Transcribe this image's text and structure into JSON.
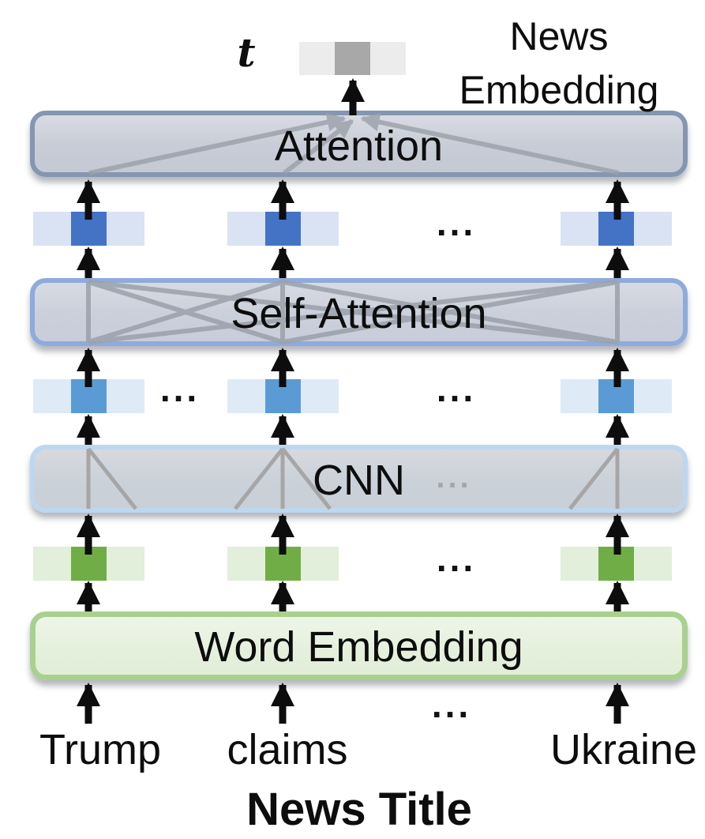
{
  "diagram": {
    "output_symbol": "t",
    "output_label_line1": "News",
    "output_label_line2": "Embedding",
    "layers": {
      "attention": "Attention",
      "self_attention": "Self-Attention",
      "cnn": "CNN",
      "word_embedding": "Word Embedding"
    },
    "input_words": [
      "Trump",
      "claims",
      "Ukraine"
    ],
    "caption": "News Title",
    "ellipsis": "...",
    "colors": {
      "attention_box_fill": "#c9cdd7",
      "attention_box_border": "#8496b0",
      "self_attention_box_fill": "#cad0db",
      "self_attention_box_border": "#8faadc",
      "cnn_box_fill": "#cbd1d9",
      "cnn_box_border": "#bdd7ee",
      "word_embedding_box_fill": "#e4f0dc",
      "word_embedding_box_border": "#a9d18e",
      "self_attention_vector_center": "#4472c4",
      "self_attention_vector_side": "#dae3f3",
      "cnn_vector_center": "#5b9bd5",
      "cnn_vector_side": "#deebf7",
      "word_vector_center": "#70ad47",
      "word_vector_side": "#e2efda",
      "news_embedding_vector_center": "#a8a8a8",
      "news_embedding_vector_side": "#ececec",
      "connector_gray": "#a3a8b0",
      "arrow_black": "#0d0d0d"
    }
  }
}
